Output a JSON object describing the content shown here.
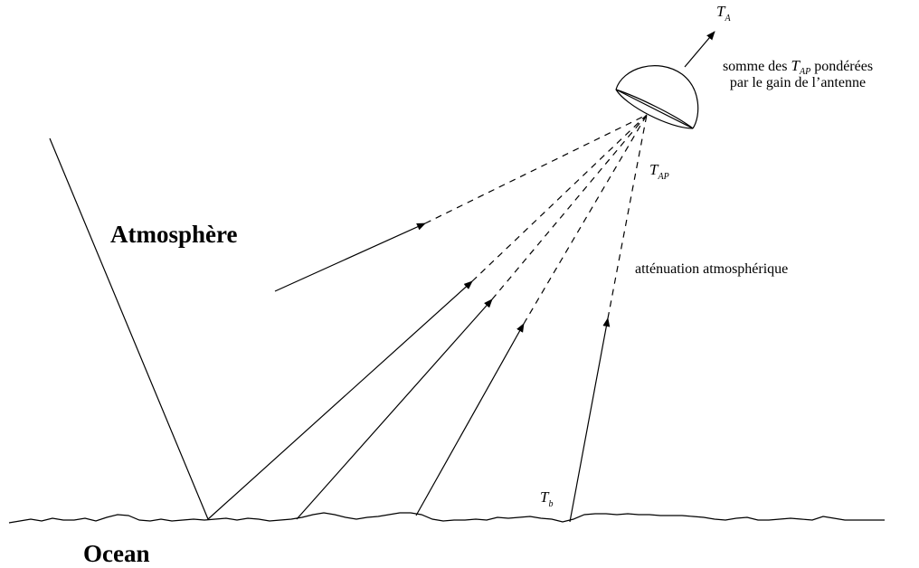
{
  "labels": {
    "atmosphere": "Atmosphère",
    "ocean": "Ocean",
    "antenna_temp_main": "T",
    "antenna_temp_sub": "A",
    "apparent_temp_main": "T",
    "apparent_temp_sub": "AP",
    "brightness_temp_main": "T",
    "brightness_temp_sub": "b",
    "attenuation": "atténuation atmosphérique",
    "sum_line1_prefix": "somme des",
    "sum_line1_tmain": "T",
    "sum_line1_tsub": "AP",
    "sum_line1_suffix": "pondérées",
    "sum_line2": "par le gain de l’antenne"
  },
  "colors": {
    "ink": "#000000",
    "background": "#ffffff"
  }
}
